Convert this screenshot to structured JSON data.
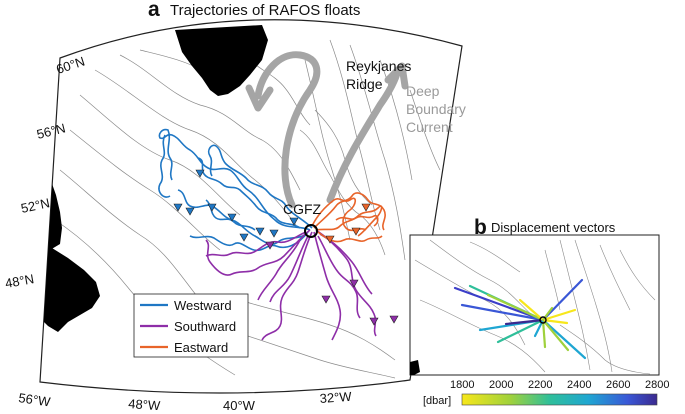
{
  "panel_a": {
    "letter": "a",
    "title": "Trajectories of RAFOS floats",
    "lat_ticks": [
      "60°N",
      "56°N",
      "52°N",
      "48°N"
    ],
    "lon_ticks": [
      "56°W",
      "48°W",
      "40°W",
      "32°W"
    ],
    "annotations": {
      "ridge_line1": "Reykjanes",
      "ridge_line2": "Ridge",
      "dbc_line1": "Deep",
      "dbc_line2": "Boundary",
      "dbc_line3": "Current",
      "site": "CGFZ"
    },
    "legend": [
      {
        "label": "Westward",
        "color": "#1f77c4"
      },
      {
        "label": "Southward",
        "color": "#8e2ea8"
      },
      {
        "label": "Eastward",
        "color": "#e8642a"
      }
    ]
  },
  "panel_b": {
    "letter": "b",
    "title": "Displacement vectors",
    "colorbar_unit": "[dbar]",
    "colorbar_ticks": [
      "1800",
      "2000",
      "2200",
      "2400",
      "2600",
      "2800"
    ],
    "colorbar_range": [
      1800,
      2800
    ]
  },
  "colors": {
    "land": "#000000",
    "contour": "#8a8a8a",
    "arrow": "#a5a5a5",
    "westward": "#1f77c4",
    "southward": "#8e2ea8",
    "eastward": "#e8642a"
  }
}
